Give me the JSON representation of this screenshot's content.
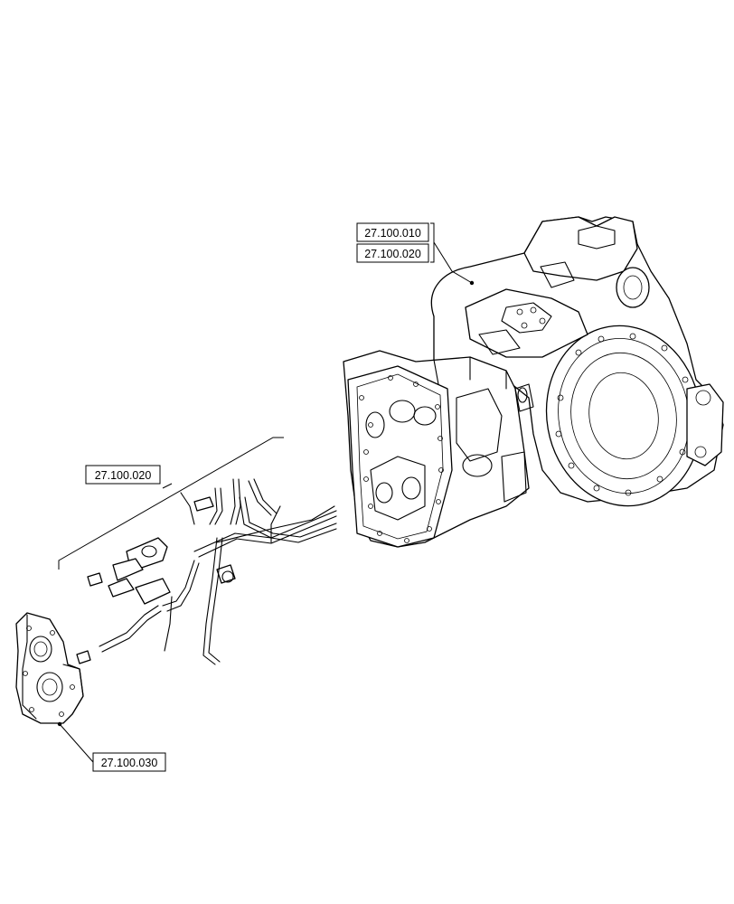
{
  "callouts": {
    "housing_ref_1": "27.100.010",
    "housing_ref_2": "27.100.020",
    "harness_ref": "27.100.020",
    "flange_ref": "27.100.030"
  }
}
